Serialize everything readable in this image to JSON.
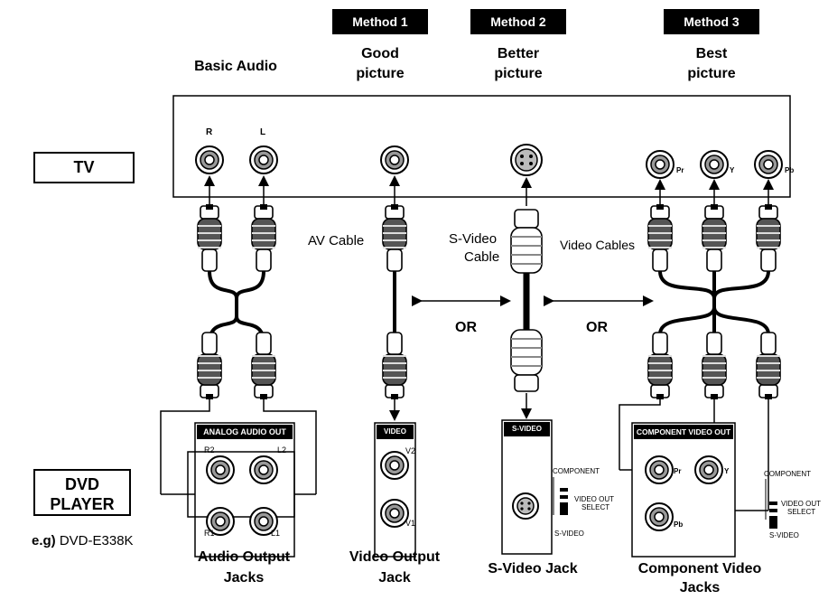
{
  "methods": [
    "Method 1",
    "Method 2",
    "Method 3"
  ],
  "headers": {
    "basic": "Basic Audio",
    "good_1": "Good",
    "good_2": "picture",
    "better_1": "Better",
    "better_2": "picture",
    "best_1": "Best",
    "best_2": "picture"
  },
  "devices": {
    "tv": "TV",
    "dvd_1": "DVD",
    "dvd_2": "PLAYER",
    "eg_prefix": "e.g)",
    "eg_model": " DVD-E338K"
  },
  "tv_jack_labels": {
    "r": "R",
    "l": "L",
    "pr": "Pr",
    "y": "Y",
    "pb": "Pb"
  },
  "cables": {
    "av": "AV Cable",
    "svideo_1": "S-Video",
    "svideo_2": "Cable",
    "video": "Video Cables"
  },
  "or_label": "OR",
  "panels": {
    "audio": {
      "title": "ANALOG AUDIO OUT",
      "r2": "R2",
      "l2": "L2",
      "r1": "R1",
      "l1": "L1"
    },
    "video": {
      "title": "VIDEO OUT",
      "v2": "V2",
      "v1": "V1"
    },
    "svideo": {
      "title": "S-VIDEO OUT"
    },
    "component": {
      "title": "COMPONENT VIDEO OUT",
      "pr": "Pr",
      "y": "Y",
      "pb": "Pb"
    }
  },
  "switch": {
    "top": "COMPONENT",
    "mid_1": "VIDEO OUT",
    "mid_2": "SELECT",
    "bottom": "S-VIDEO"
  },
  "captions": {
    "audio_1": "Audio Output",
    "audio_2": "Jacks",
    "video_1": "Video Output",
    "video_2": "Jack",
    "svideo": "S-Video Jack",
    "comp_1": "Component Video",
    "comp_2": "Jacks"
  }
}
